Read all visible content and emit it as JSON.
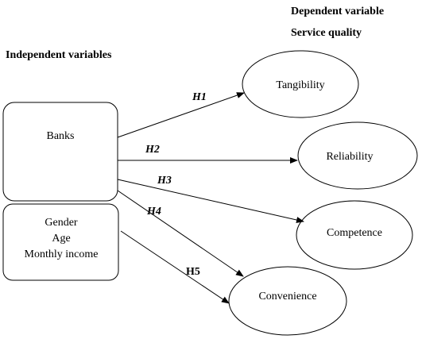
{
  "headings": {
    "dependent_variable": "Dependent variable",
    "service_quality": "Service quality",
    "independent_variables": "Independent variables"
  },
  "independent": {
    "banks": "Banks",
    "demographics": [
      "Gender",
      "Age",
      "Monthly income"
    ]
  },
  "dependent": {
    "tangibility": "Tangibility",
    "reliability": "Reliability",
    "competence": "Competence",
    "convenience": "Convenience"
  },
  "hypotheses": {
    "h1": "H1",
    "h2": "H2",
    "h3": "H3",
    "h4": "H4",
    "h5": "H5"
  },
  "colors": {
    "stroke": "#000000",
    "background": "#ffffff"
  }
}
